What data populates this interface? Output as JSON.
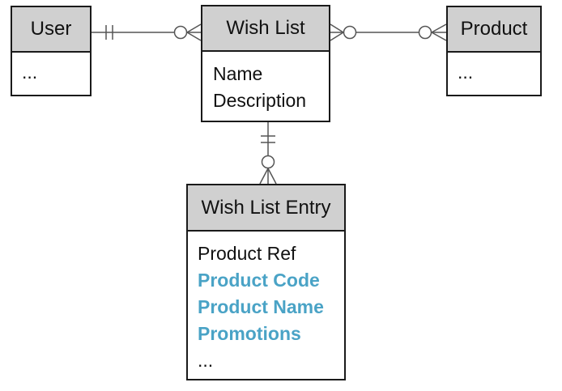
{
  "entities": {
    "user": {
      "title": "User",
      "attributes": [
        "..."
      ]
    },
    "wish_list": {
      "title": "Wish List",
      "attributes": [
        "Name",
        "Description"
      ]
    },
    "product": {
      "title": "Product",
      "attributes": [
        "..."
      ]
    },
    "wish_list_entry": {
      "title": "Wish List Entry",
      "attributes": [
        "Product Ref",
        "Product Code",
        "Product Name",
        "Promotions",
        "..."
      ],
      "highlighted": [
        "Product Code",
        "Product Name",
        "Promotions"
      ]
    }
  },
  "relationships": [
    {
      "from": "User",
      "to": "Wish List",
      "from_end": "one-and-only-one",
      "to_end": "zero-or-many"
    },
    {
      "from": "Wish List",
      "to": "Product",
      "from_end": "zero-or-many",
      "to_end": "zero-or-many"
    },
    {
      "from": "Wish List",
      "to": "Wish List Entry",
      "from_end": "one-and-only-one",
      "to_end": "zero-or-many"
    }
  ],
  "colors": {
    "highlight": "#4aa3c6",
    "header_fill": "#d0d0d0",
    "border": "#1a1a1a",
    "connector": "#555555"
  }
}
